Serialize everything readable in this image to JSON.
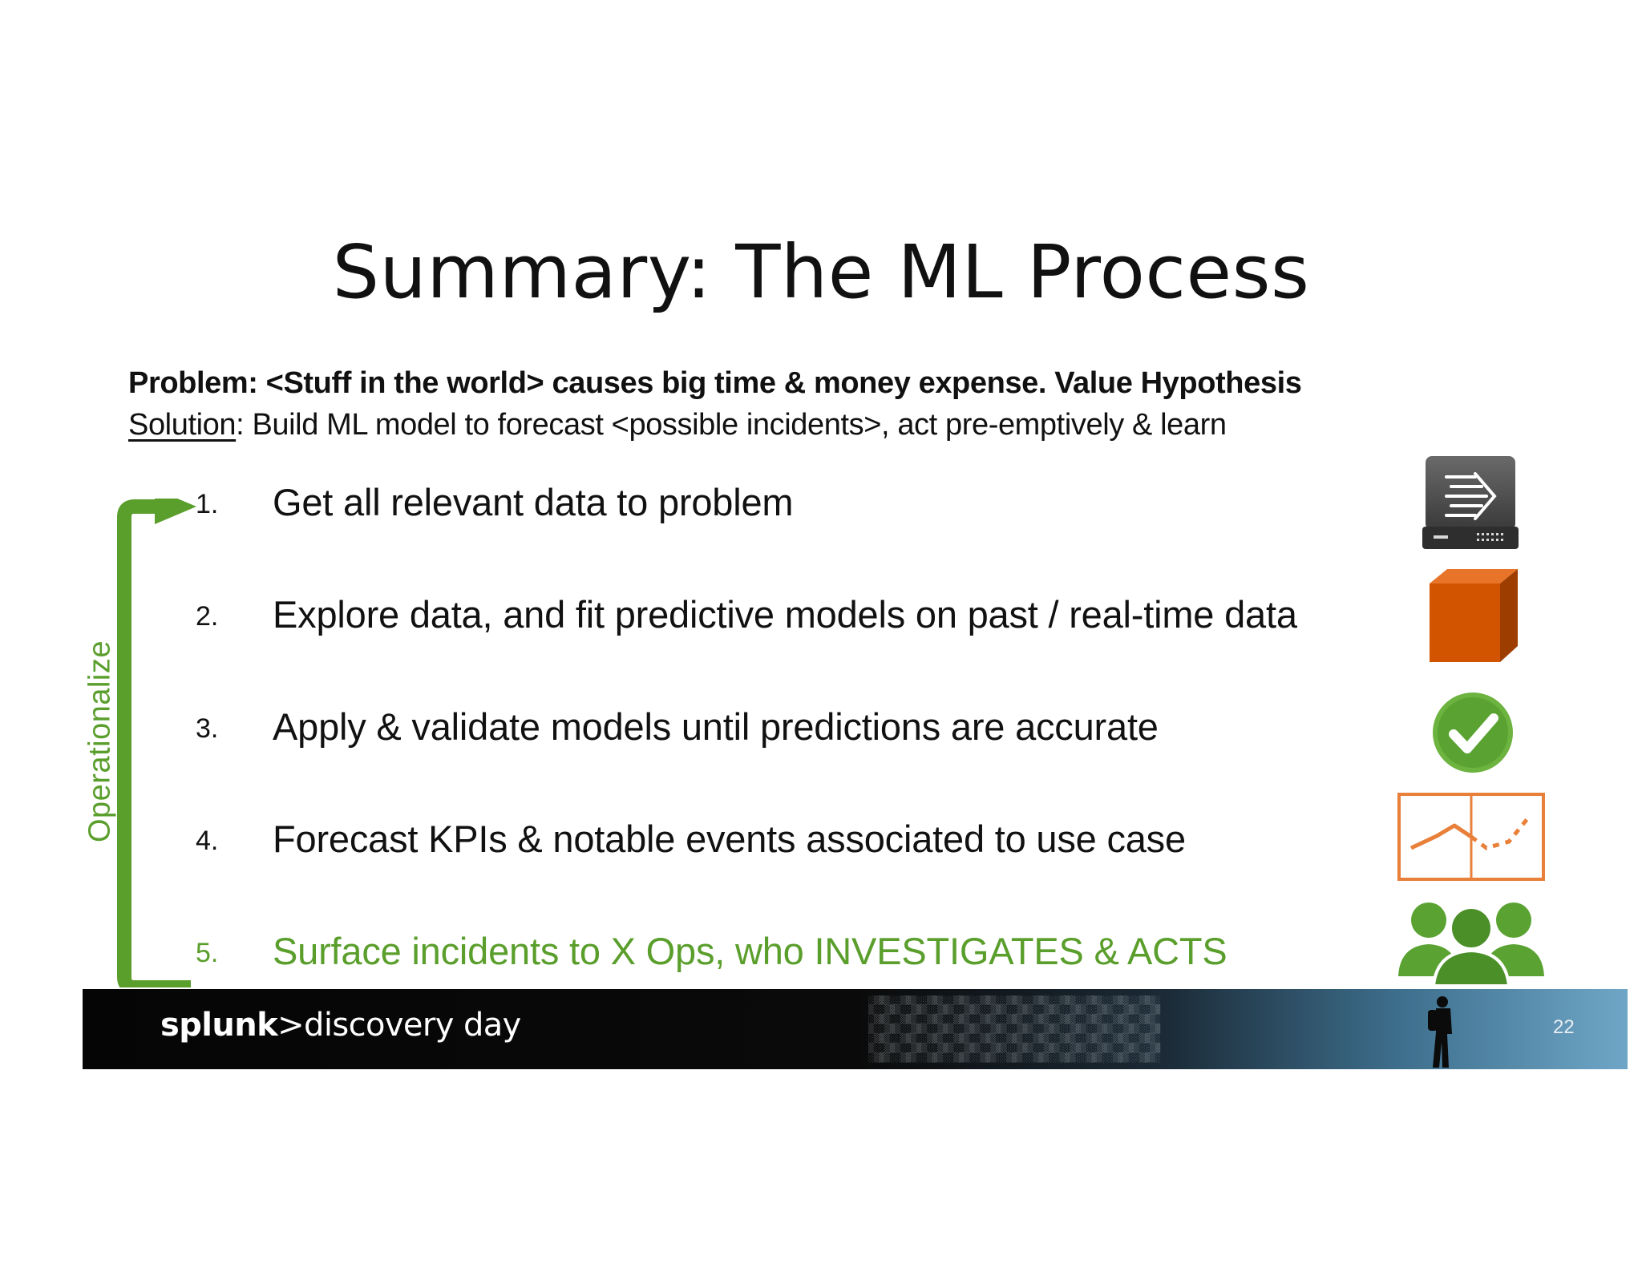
{
  "slide": {
    "title": "Summary: The ML Process",
    "problem": "Problem: <Stuff in the world> causes big time & money expense. Value Hypothesis",
    "solution_label": "Solution",
    "solution_text": ": Build ML model to forecast <possible incidents>, act pre-emptively & learn",
    "steps": [
      {
        "num": "1.",
        "text": "Get all relevant data to problem"
      },
      {
        "num": "2.",
        "text": "Explore data, and fit predictive models on past / real-time data"
      },
      {
        "num": "3.",
        "text": "Apply & validate models until predictions are accurate"
      },
      {
        "num": "4.",
        "text": "Forecast KPIs & notable events associated to use case"
      },
      {
        "num": "5.",
        "text": "Surface incidents to X Ops, who INVESTIGATES & ACTS"
      }
    ],
    "bracket_label": "Operationalize",
    "icons": [
      "data-server-icon",
      "orange-cube-icon",
      "green-checkmark-icon",
      "forecast-chart-icon",
      "people-group-icon"
    ]
  },
  "footer": {
    "brand_name": "splunk",
    "brand_sep": ">",
    "brand_suffix": "discovery day",
    "page_number": "22"
  },
  "colors": {
    "green": "#5a9e2c",
    "orange": "#d35400",
    "chart_orange": "#e8803a",
    "server_gray": "#4a4a4a"
  }
}
